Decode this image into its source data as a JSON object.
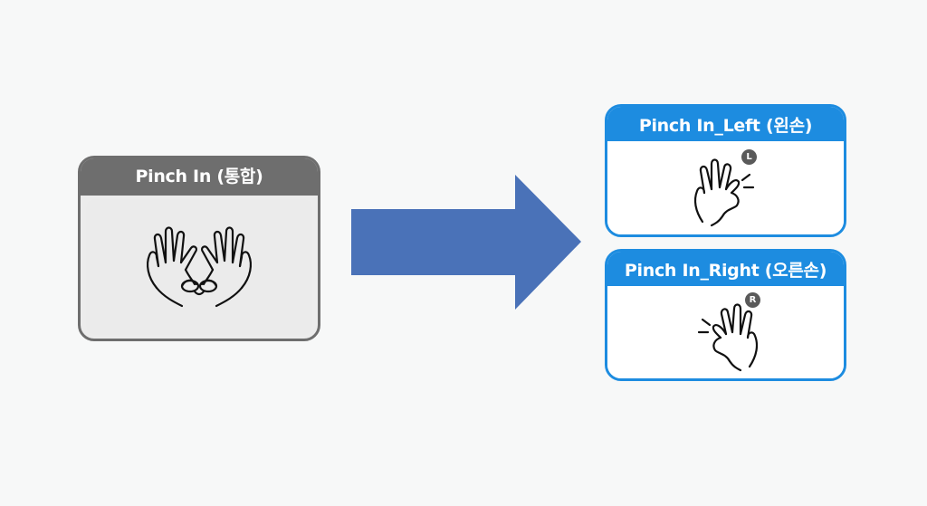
{
  "combined": {
    "title": "Pinch In (통합)",
    "icon": "two-hand-pinch-icon",
    "color": "#6e6e6e"
  },
  "left": {
    "title": "Pinch In_Left (왼손)",
    "badge": "L",
    "icon": "left-hand-pinch-icon",
    "color": "#1d8ce0"
  },
  "right": {
    "title": "Pinch In_Right (오른손)",
    "badge": "R",
    "icon": "right-hand-pinch-icon",
    "color": "#1d8ce0"
  },
  "arrow": {
    "icon": "right-arrow-icon",
    "color": "#4a72b8"
  }
}
